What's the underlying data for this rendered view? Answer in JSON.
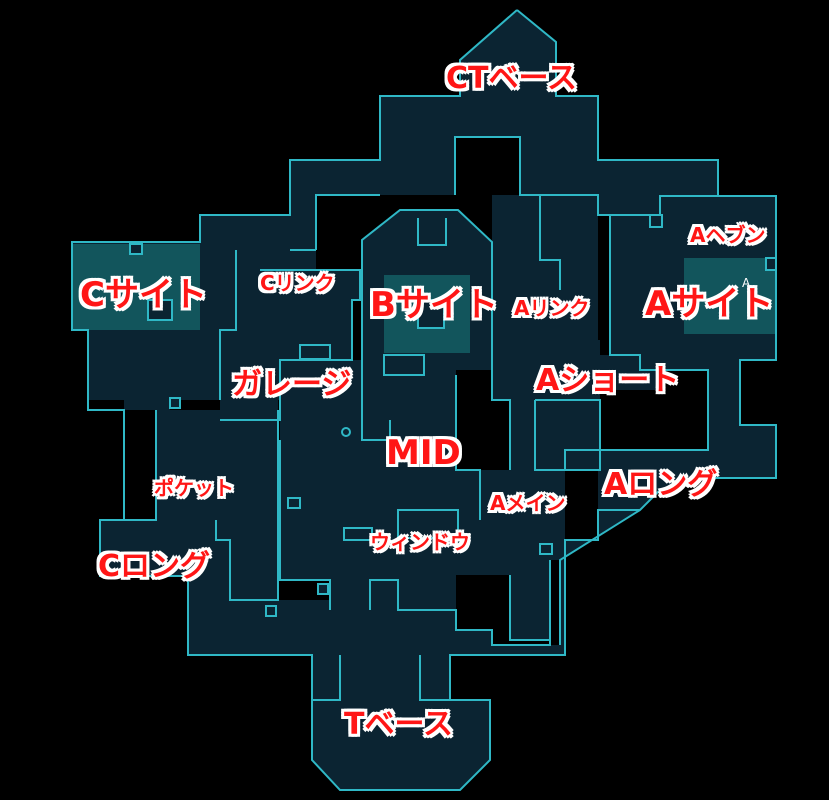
{
  "map": {
    "background_color": "#000000",
    "floor_color": "#0b2432",
    "wall_color": "#2fb8c6",
    "site_color": "#12555c",
    "label_color": "#ff1616",
    "label_outline_color": "#ffffff"
  },
  "labels": {
    "ct_base": "CTベース",
    "a_heaven": "Aヘブン",
    "c_site": "Cサイト",
    "c_link": "Cリンク",
    "b_site": "Bサイト",
    "a_link": "Aリンク",
    "a_site": "Aサイト",
    "garage": "ガレージ",
    "a_short": "Aショート",
    "mid": "MID",
    "pocket": "ポケット",
    "a_long": "Aロング",
    "a_main": "Aメイン",
    "window": "ウィンドウ",
    "c_long": "Cロング",
    "t_base": "Tベース"
  },
  "site_marker": "A"
}
